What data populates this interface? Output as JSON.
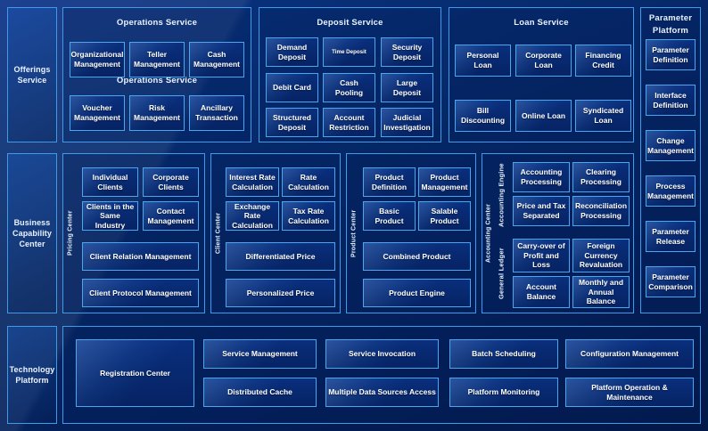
{
  "theme": {
    "background_dark": "#041e5a",
    "background_light": "#0b3187",
    "border_accent": "#4aa6ef",
    "panel_border": "#3f9bea",
    "text": "#ffffff"
  },
  "rows": {
    "offerings": {
      "label": "Offerings Service",
      "groups": [
        {
          "title": "Operations Service",
          "subtitle": "Operations Service",
          "boxes": [
            "Organizational Management",
            "Teller Management",
            "Cash Management",
            "Voucher Management",
            "Risk Management",
            "Ancillary Transaction"
          ]
        },
        {
          "title": "Deposit Service",
          "boxes": [
            "Demand Deposit",
            "Time Deposit",
            "Security Deposit",
            "Debit Card",
            "Cash Pooling",
            "Large Deposit",
            "Structured Deposit",
            "Account Restriction",
            "Judicial Investigation"
          ]
        },
        {
          "title": "Loan Service",
          "boxes": [
            "Personal Loan",
            "Corporate Loan",
            "Financing Credit",
            "Bill Discounting",
            "Online Loan",
            "Syndicated Loan"
          ]
        }
      ]
    },
    "business": {
      "label": "Business Capability Center",
      "groups": [
        {
          "vlabel": "Pricing Center",
          "boxes": [
            "Individual Clients",
            "Corporate Clients",
            "Clients in the Same Industry",
            "Contact Management",
            "Client Relation Management",
            "Client Protocol Management"
          ]
        },
        {
          "vlabel": "Client Center",
          "boxes": [
            "Interest Rate Calculation",
            "Rate Calculation",
            "Exchange Rate Calculation",
            "Tax Rate Calculation",
            "Differentiated Price",
            "Personalized Price"
          ]
        },
        {
          "vlabel": "Product Center",
          "boxes": [
            "Product Definition",
            "Product Management",
            "Basic Product",
            "Salable Product",
            "Combined Product",
            "Product Engine"
          ]
        },
        {
          "vlabel": "Accounting Center",
          "sub_vlabels": [
            "Accounting Engine",
            "General Ledger"
          ],
          "boxes": [
            "Accounting Processing",
            "Clearing Processing",
            "Price and Tax Separated",
            "Reconciliation Processing",
            "Carry-over of Profit and Loss",
            "Foreign Currency Revaluation",
            "Account Balance",
            "Monthly and Annual Balance"
          ]
        }
      ]
    },
    "technology": {
      "label": "Technology Platform",
      "boxes": [
        "Registration Center",
        "Service Management",
        "Distributed Cache",
        "Service Invocation",
        "Multiple Data Sources Access",
        "Batch Scheduling",
        "Platform Monitoring",
        "Configuration Management",
        "Platform Operation & Maintenance"
      ]
    }
  },
  "parameter_platform": {
    "title_line1": "Parameter",
    "title_line2": "Platform",
    "boxes": [
      "Parameter Definition",
      "Interface Definition",
      "Change Management",
      "Process Management",
      "Parameter Release",
      "Parameter Comparison"
    ]
  }
}
